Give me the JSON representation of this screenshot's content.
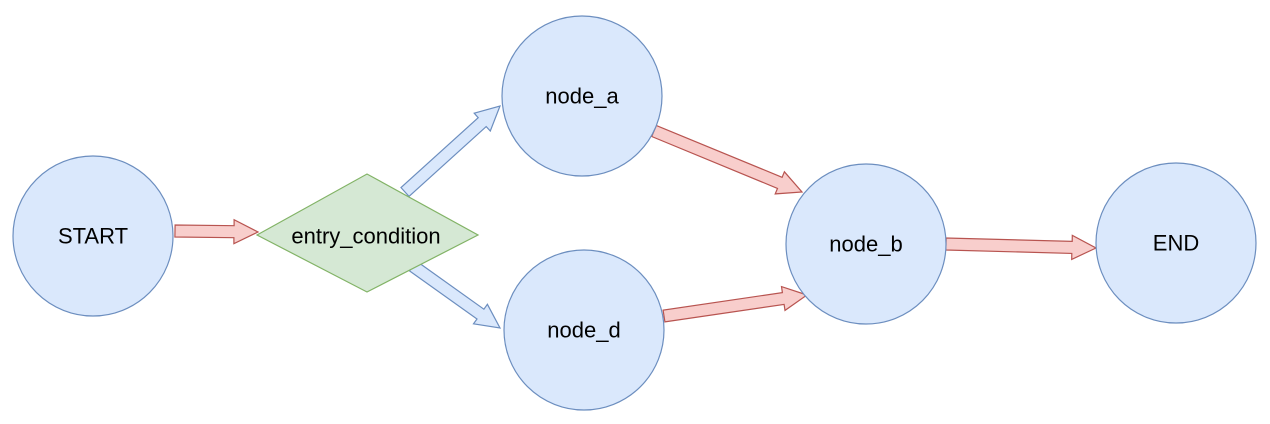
{
  "colors": {
    "node_fill": "#dae8fc",
    "node_stroke": "#6c8ebf",
    "decision_fill": "#d5e8d4",
    "decision_stroke": "#82b366",
    "red_arrow_fill": "#f8cecc",
    "red_arrow_stroke": "#b85450",
    "blue_arrow_fill": "#dae8fc",
    "blue_arrow_stroke": "#6c8ebf"
  },
  "nodes": {
    "start": {
      "label": "START",
      "shape": "circle"
    },
    "entry_condition": {
      "label": "entry_condition",
      "shape": "diamond"
    },
    "node_a": {
      "label": "node_a",
      "shape": "circle"
    },
    "node_d": {
      "label": "node_d",
      "shape": "circle"
    },
    "node_b": {
      "label": "node_b",
      "shape": "circle"
    },
    "end": {
      "label": "END",
      "shape": "circle"
    }
  },
  "edges": [
    {
      "from": "start",
      "to": "entry_condition",
      "style": "red"
    },
    {
      "from": "entry_condition",
      "to": "node_a",
      "style": "blue"
    },
    {
      "from": "entry_condition",
      "to": "node_d",
      "style": "blue"
    },
    {
      "from": "node_a",
      "to": "node_b",
      "style": "red"
    },
    {
      "from": "node_d",
      "to": "node_b",
      "style": "red"
    },
    {
      "from": "node_b",
      "to": "end",
      "style": "red"
    }
  ]
}
